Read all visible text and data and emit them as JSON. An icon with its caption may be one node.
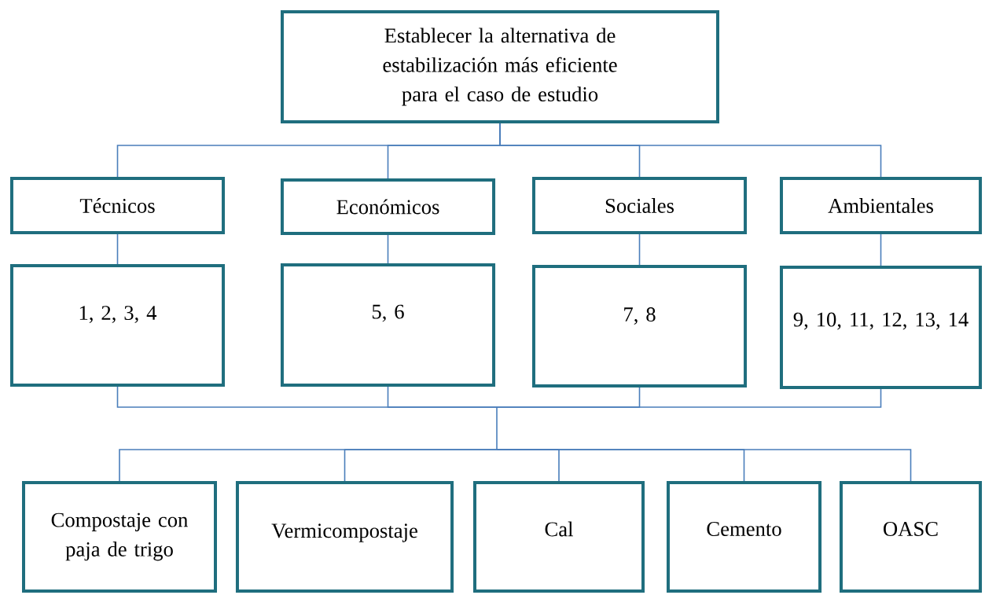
{
  "diagram": {
    "nodes": [
      {
        "text": [
          "Establecer la alternativa de estabilización más eficiente para el caso de estudio"
        ]
      },
      {
        "text": [
          "Técnicos"
        ]
      },
      {
        "text": [
          "Económicos"
        ]
      },
      {
        "text": [
          "Sociales"
        ]
      },
      {
        "text": [
          "Ambientales"
        ]
      },
      {
        "text": [
          "1, 2, 3, 4"
        ]
      },
      {
        "text": [
          "5, 6"
        ]
      },
      {
        "text": [
          "7, 8"
        ]
      },
      {
        "text": [
          "9, 10, 11, 12, 13, 14"
        ]
      },
      {
        "text": [
          "Compostaje con paja de trigo"
        ]
      },
      {
        "text": [
          "Vermicompostaje"
        ]
      },
      {
        "text": [
          "Cal"
        ]
      },
      {
        "text": [
          "Cemento"
        ]
      },
      {
        "text": [
          "OASC"
        ]
      }
    ],
    "edges": [
      {
        "from": 0,
        "to": 1,
        "arrow": "none"
      },
      {
        "from": 0,
        "to": 2,
        "arrow": "none"
      },
      {
        "from": 0,
        "to": 3,
        "arrow": "none"
      },
      {
        "from": 0,
        "to": 4,
        "arrow": "none"
      },
      {
        "from": 1,
        "to": 5,
        "arrow": "none"
      },
      {
        "from": 2,
        "to": 6,
        "arrow": "none"
      },
      {
        "from": 3,
        "to": 7,
        "arrow": "none"
      },
      {
        "from": 4,
        "to": 8,
        "arrow": "none"
      },
      {
        "from": 5,
        "to": 9,
        "arrow": "none"
      },
      {
        "from": 5,
        "to": 10,
        "arrow": "none"
      },
      {
        "from": 5,
        "to": 11,
        "arrow": "none"
      },
      {
        "from": 5,
        "to": 12,
        "arrow": "none"
      },
      {
        "from": 5,
        "to": 13,
        "arrow": "none"
      },
      {
        "from": 6,
        "to": 9,
        "arrow": "none"
      },
      {
        "from": 6,
        "to": 10,
        "arrow": "none"
      },
      {
        "from": 6,
        "to": 11,
        "arrow": "none"
      },
      {
        "from": 6,
        "to": 12,
        "arrow": "none"
      },
      {
        "from": 6,
        "to": 13,
        "arrow": "none"
      },
      {
        "from": 7,
        "to": 9,
        "arrow": "none"
      },
      {
        "from": 7,
        "to": 10,
        "arrow": "none"
      },
      {
        "from": 7,
        "to": 11,
        "arrow": "none"
      },
      {
        "from": 7,
        "to": 12,
        "arrow": "none"
      },
      {
        "from": 7,
        "to": 13,
        "arrow": "none"
      },
      {
        "from": 8,
        "to": 9,
        "arrow": "none"
      },
      {
        "from": 8,
        "to": 10,
        "arrow": "none"
      },
      {
        "from": 8,
        "to": 11,
        "arrow": "none"
      },
      {
        "from": 8,
        "to": 12,
        "arrow": "none"
      },
      {
        "from": 8,
        "to": 13,
        "arrow": "none"
      }
    ]
  }
}
